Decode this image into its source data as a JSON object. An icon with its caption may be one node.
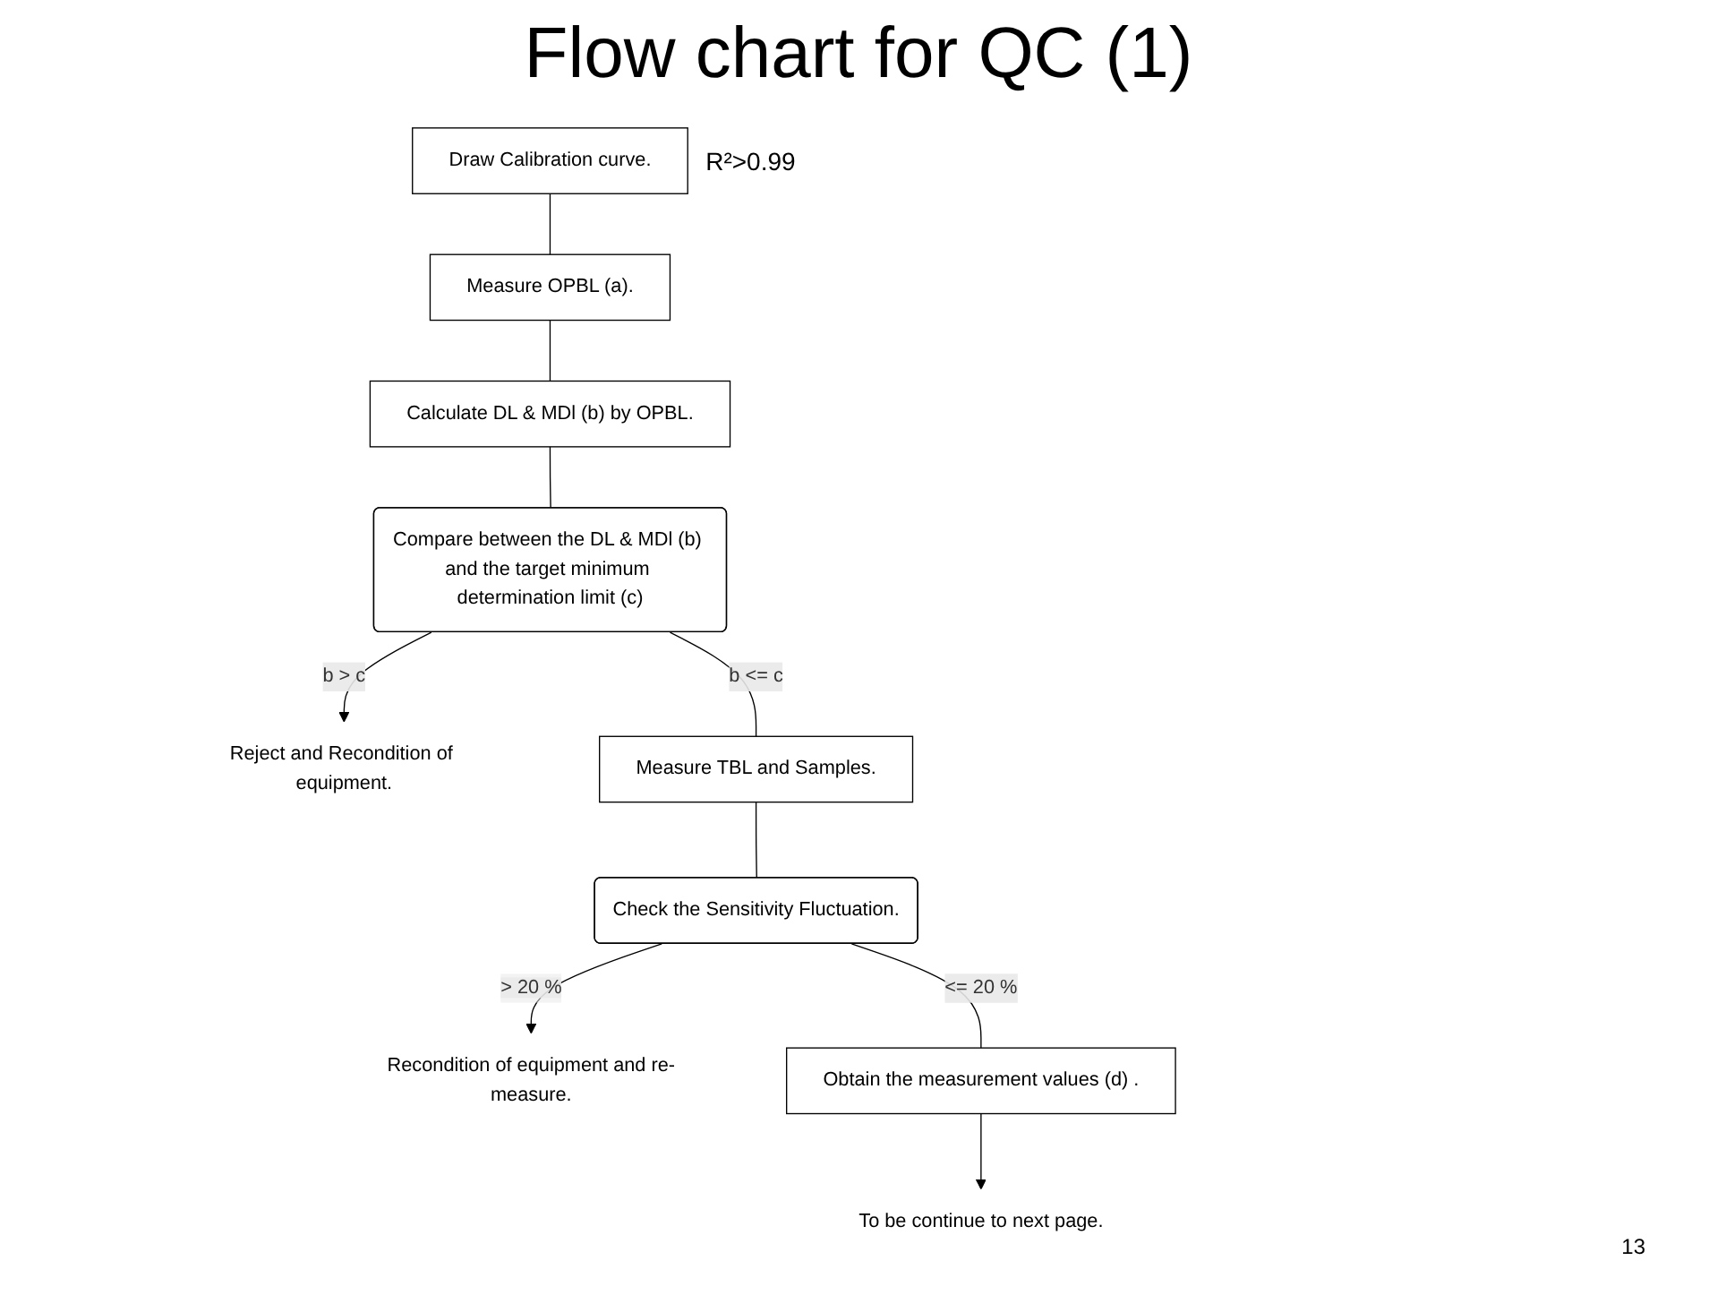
{
  "diagram": {
    "title": "Flow chart for QC (1)",
    "nodes": [
      {
        "text": [
          "Draw Calibration curve."
        ],
        "beside": [
          "R²>0.99"
        ]
      },
      {
        "text": [
          "Measure OPBL (a)."
        ]
      },
      {
        "text": [
          "Calculate DL & MDl (b) by OPBL."
        ]
      },
      {
        "text": [
          "Compare between the DL & MDl (b) and the target minimum determination limit (c)"
        ]
      },
      {
        "text": [
          "Reject and Recondition of equipment."
        ]
      },
      {
        "text": [
          "Measure TBL and Samples."
        ]
      },
      {
        "text": [
          "Check the Sensitivity Fluctuation."
        ]
      },
      {
        "text": [
          "Recondition of equipment and re-measure."
        ]
      },
      {
        "text": [
          "Obtain the measurement values (d) ."
        ]
      },
      {
        "text": [
          "To be continue to next page."
        ]
      }
    ],
    "edges": [
      {
        "from": 0,
        "to": 1,
        "arrow": "none"
      },
      {
        "from": 1,
        "to": 2,
        "arrow": "none"
      },
      {
        "from": 2,
        "to": 3,
        "arrow": "none"
      },
      {
        "from": 3,
        "to": 4,
        "arrow": "to",
        "label": "b > c"
      },
      {
        "from": 3,
        "to": 5,
        "arrow": "none",
        "label": "b <= c"
      },
      {
        "from": 5,
        "to": 6,
        "arrow": "none"
      },
      {
        "from": 6,
        "to": 7,
        "arrow": "to",
        "label": "> 20 %"
      },
      {
        "from": 6,
        "to": 8,
        "arrow": "none",
        "label": "<= 20 %"
      },
      {
        "from": 8,
        "to": 9,
        "arrow": "to"
      }
    ],
    "labels": [
      "13"
    ]
  }
}
